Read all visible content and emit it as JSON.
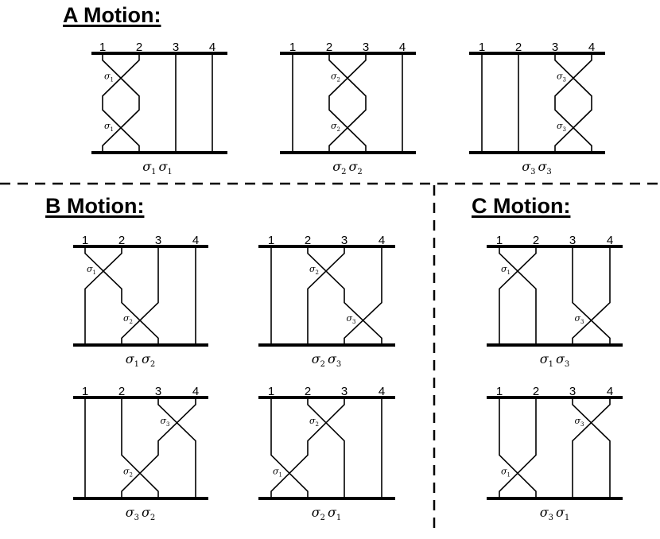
{
  "sections": {
    "A": {
      "title": "A Motion:"
    },
    "B": {
      "title": "B Motion:"
    },
    "C": {
      "title": "C Motion:"
    }
  },
  "strand_numbers": [
    "1",
    "2",
    "3",
    "4"
  ],
  "colors": {
    "ink": "#000000",
    "background": "#ffffff"
  },
  "diagrams": [
    {
      "id": "a1",
      "section": "A",
      "caption": [
        [
          "σ",
          "1"
        ],
        [
          "σ",
          "1"
        ]
      ],
      "crossings": [
        {
          "gen": 1,
          "label": [
            "σ",
            "1"
          ]
        },
        {
          "gen": 1,
          "label": [
            "σ",
            "1"
          ]
        }
      ]
    },
    {
      "id": "a2",
      "section": "A",
      "caption": [
        [
          "σ",
          "2"
        ],
        [
          "σ",
          "2"
        ]
      ],
      "crossings": [
        {
          "gen": 2,
          "label": [
            "σ",
            "2"
          ]
        },
        {
          "gen": 2,
          "label": [
            "σ",
            "2"
          ]
        }
      ]
    },
    {
      "id": "a3",
      "section": "A",
      "caption": [
        [
          "σ",
          "3"
        ],
        [
          "σ",
          "3"
        ]
      ],
      "crossings": [
        {
          "gen": 3,
          "label": [
            "σ",
            "3"
          ]
        },
        {
          "gen": 3,
          "label": [
            "σ",
            "3"
          ]
        }
      ]
    },
    {
      "id": "b1",
      "section": "B",
      "caption": [
        [
          "σ",
          "1"
        ],
        [
          "σ",
          "2"
        ]
      ],
      "crossings": [
        {
          "gen": 1,
          "label": [
            "σ",
            "1"
          ]
        },
        {
          "gen": 2,
          "label": [
            "σ",
            "2"
          ]
        }
      ]
    },
    {
      "id": "b2",
      "section": "B",
      "caption": [
        [
          "σ",
          "2"
        ],
        [
          "σ",
          "3"
        ]
      ],
      "crossings": [
        {
          "gen": 2,
          "label": [
            "σ",
            "2"
          ]
        },
        {
          "gen": 3,
          "label": [
            "σ",
            "3"
          ]
        }
      ]
    },
    {
      "id": "b3",
      "section": "B",
      "caption": [
        [
          "σ",
          "3"
        ],
        [
          "σ",
          "2"
        ]
      ],
      "crossings": [
        {
          "gen": 3,
          "label": [
            "σ",
            "3"
          ]
        },
        {
          "gen": 2,
          "label": [
            "σ",
            "2"
          ]
        }
      ]
    },
    {
      "id": "b4",
      "section": "B",
      "caption": [
        [
          "σ",
          "2"
        ],
        [
          "σ",
          "1"
        ]
      ],
      "crossings": [
        {
          "gen": 2,
          "label": [
            "σ",
            "2"
          ]
        },
        {
          "gen": 1,
          "label": [
            "σ",
            "1"
          ]
        }
      ]
    },
    {
      "id": "c1",
      "section": "C",
      "caption": [
        [
          "σ",
          "1"
        ],
        [
          "σ",
          "3"
        ]
      ],
      "crossings": [
        {
          "gen": 1,
          "label": [
            "σ",
            "1"
          ]
        },
        {
          "gen": 3,
          "label": [
            "σ",
            "3"
          ]
        }
      ]
    },
    {
      "id": "c2",
      "section": "C",
      "caption": [
        [
          "σ",
          "3"
        ],
        [
          "σ",
          "1"
        ]
      ],
      "crossings": [
        {
          "gen": 3,
          "label": [
            "σ",
            "3"
          ]
        },
        {
          "gen": 1,
          "label": [
            "σ",
            "1"
          ]
        }
      ]
    }
  ]
}
